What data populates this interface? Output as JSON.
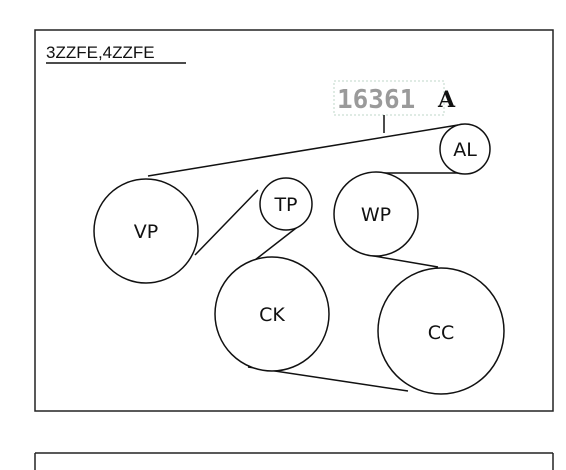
{
  "diagram": {
    "engine_label": "3ZZFE,4ZZFE",
    "part_number": "16361",
    "callout_letter": "A",
    "pulleys": {
      "vp": "VP",
      "tp": "TP",
      "al": "AL",
      "wp": "WP",
      "ck": "CK",
      "cc": "CC"
    },
    "colors": {
      "line": "#111111",
      "part_number_text": "#9a9a9a",
      "part_number_frame": "#bfd7c8",
      "border": "#222222"
    }
  }
}
